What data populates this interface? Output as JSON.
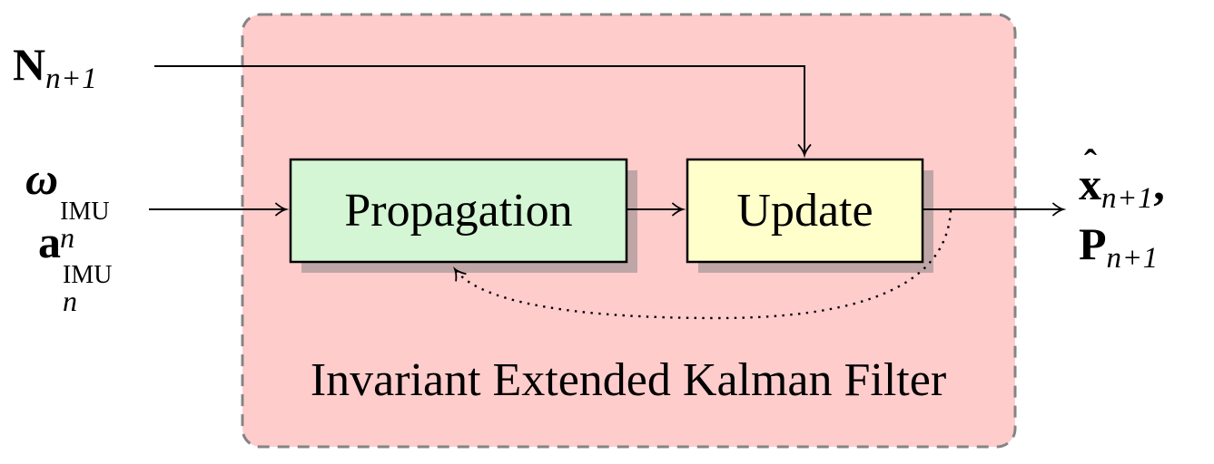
{
  "figure": {
    "caption": "Invariant Extended Kalman Filter"
  },
  "blocks": {
    "propagation": {
      "label": "Propagation"
    },
    "update": {
      "label": "Update"
    }
  },
  "inputs": {
    "noise": {
      "base": "N",
      "sub": "n+1"
    },
    "gyro": {
      "base": "ω",
      "sup": "IMU",
      "sub": "n"
    },
    "accel": {
      "base": "a",
      "sup": "IMU",
      "sub": "n"
    }
  },
  "outputs": {
    "state": {
      "hat": "ˆ",
      "base": "x",
      "sub": "n+1",
      "suffix": ","
    },
    "covariance": {
      "base": "P",
      "sub": "n+1"
    }
  },
  "colors": {
    "container_fill": "#ffcccc",
    "container_border": "#848484",
    "propagation_fill": "#d4f6d4",
    "update_fill": "#ffffcc",
    "box_border": "#000000",
    "shadow": "rgba(128,128,128,0.5)",
    "line": "#000000"
  }
}
